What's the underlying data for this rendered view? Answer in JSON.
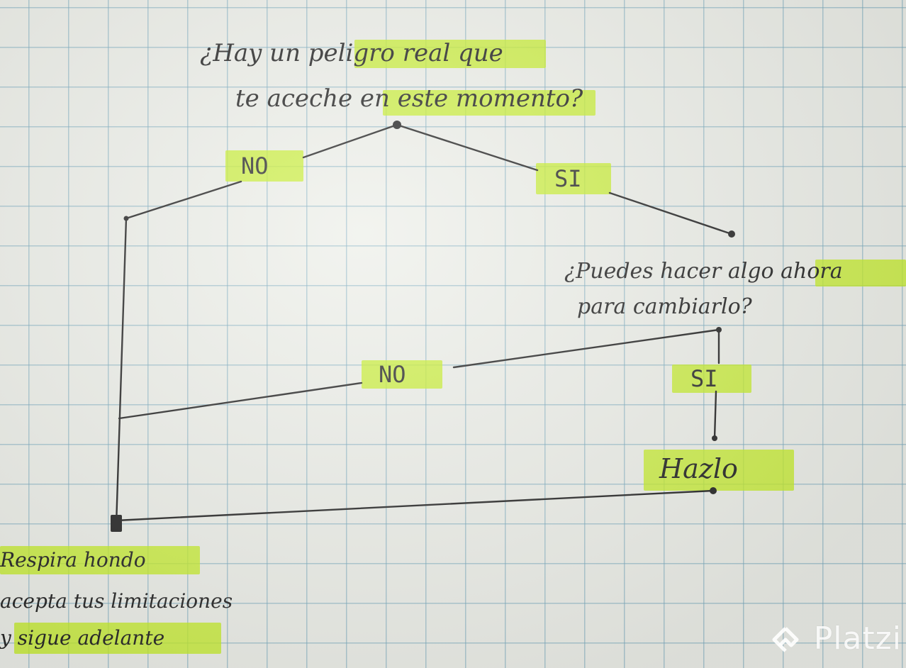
{
  "diagram": {
    "question_1": {
      "line_1": "¿Hay un peligro real que",
      "line_2": "te aceche en este momento?"
    },
    "question_2": {
      "line_1": "¿Puedes hacer algo ahora",
      "line_2": "para cambiarlo?"
    },
    "branches": {
      "no_1": "NO",
      "si_1": "SI",
      "no_2": "NO",
      "si_2": "SI"
    },
    "action": "Hazlo",
    "conclusion": {
      "line_1": "Respira hondo",
      "line_2": "acepta tus limitaciones",
      "line_3": "y sigue adelante"
    },
    "highlight_color": "#c8f028",
    "ink_color": "#2a2a2a"
  },
  "watermark": {
    "text": "Platzi",
    "icon": "platzi-logo-icon"
  }
}
